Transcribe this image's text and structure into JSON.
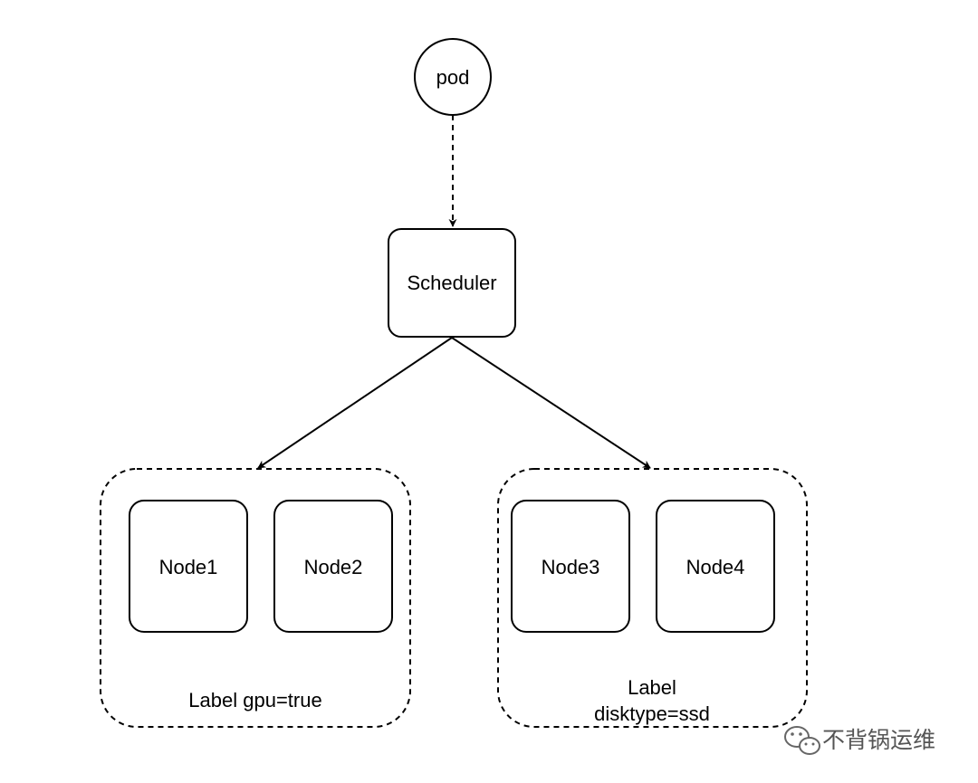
{
  "nodes": {
    "pod": "pod",
    "scheduler": "Scheduler",
    "node1": "Node1",
    "node2": "Node2",
    "node3": "Node3",
    "node4": "Node4"
  },
  "groups": {
    "gpu": {
      "label": "Label gpu=true"
    },
    "ssd": {
      "label_line1": "Label",
      "label_line2": "disktype=ssd"
    }
  },
  "watermark": {
    "text": "不背锅运维",
    "icon": "wechat-icon"
  },
  "colors": {
    "stroke": "#000000",
    "background": "#ffffff",
    "watermark": "#555555"
  }
}
